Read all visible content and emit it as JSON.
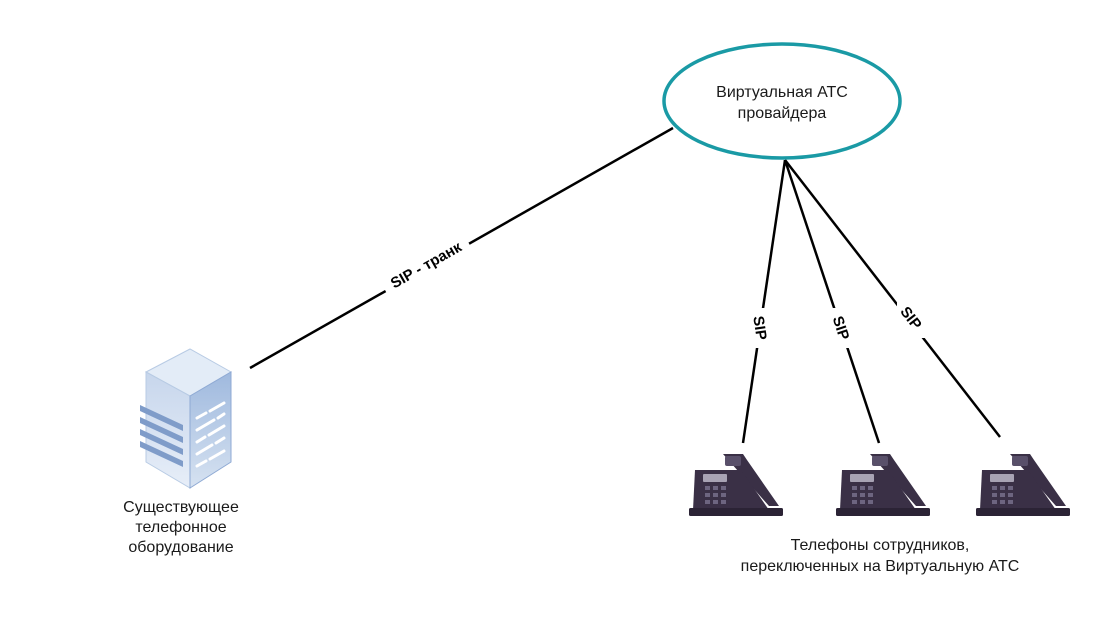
{
  "nodes": {
    "vats": {
      "lines": [
        "Виртуальная АТС",
        "провайдера"
      ]
    },
    "equipment": {
      "lines": [
        "Существующее",
        "телефонное",
        "оборудование"
      ]
    },
    "phones": {
      "lines": [
        "Телефоны сотрудников,",
        "переключенных на Виртуальную АТС"
      ]
    }
  },
  "edges": {
    "trunk_label": "SIP - транк",
    "sip1_label": "SIP",
    "sip2_label": "SIP",
    "sip3_label": "SIP"
  },
  "colors": {
    "ellipse_stroke": "#1a9aa5",
    "line": "#000000",
    "phone_body": "#3a3046",
    "server_body": "#b5c9e4"
  },
  "icons": {
    "server": "server-rack-icon",
    "phone": "desk-phone-icon"
  }
}
